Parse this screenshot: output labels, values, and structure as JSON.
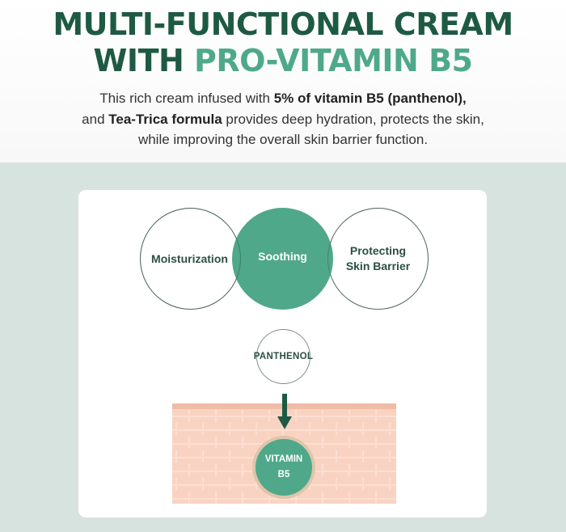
{
  "header": {
    "title_line1": "MULTI-FUNCTIONAL CREAM",
    "title_line2_prefix": "WITH ",
    "title_line2_accent": "PRO-VITAMIN B5"
  },
  "description": {
    "line1_plain": "This rich cream infused with ",
    "line1_bold": "5% of vitamin B5 (panthenol),",
    "line2_plain_start": "and ",
    "line2_bold": "Tea-Trica formula",
    "line2_plain_end": " provides deep hydration, protects the skin,",
    "line3": "while improving the overall skin barrier function."
  },
  "diagram": {
    "benefits": [
      {
        "label": "Moisturization"
      },
      {
        "label": "Soothing"
      },
      {
        "label_line1": "Protecting",
        "label_line2": "Skin Barrier"
      }
    ],
    "ingredient": "PANTHENOL",
    "result_line1": "VITAMIN",
    "result_line2": "B5"
  },
  "colors": {
    "dark_green": "#1e5a43",
    "accent_green": "#4ea98a",
    "section_bg": "#d6e3de",
    "skin": "#f9d3c2"
  }
}
